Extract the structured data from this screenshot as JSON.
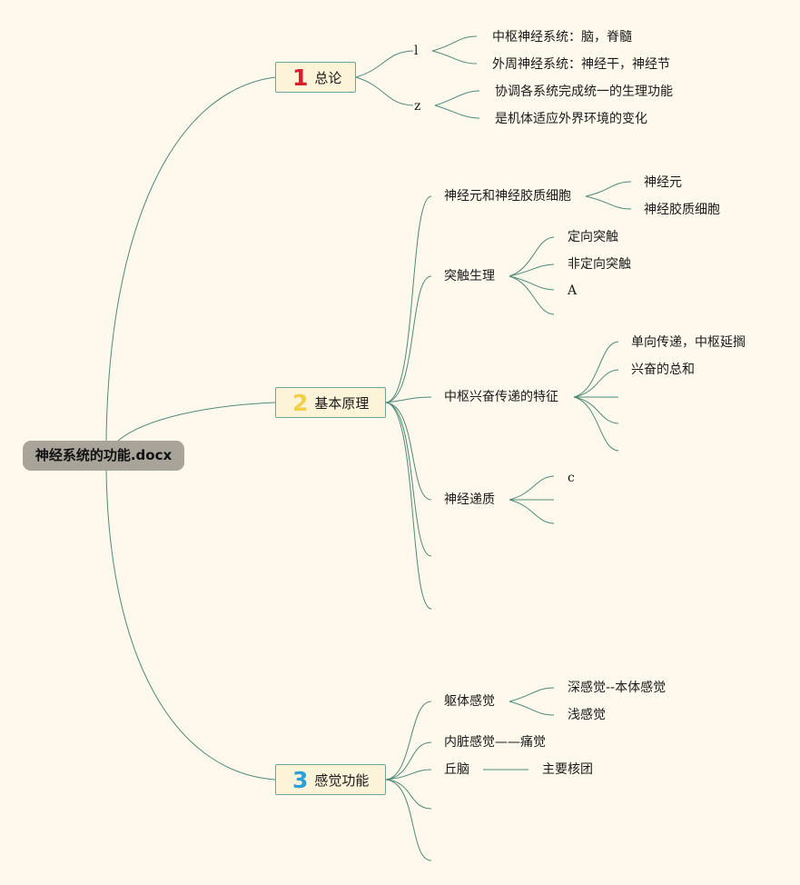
{
  "root": {
    "label": "神经系统的功能.docx"
  },
  "topics": [
    {
      "number": "1",
      "label": "总论",
      "color": "#d81e2c",
      "children": [
        {
          "label": "l",
          "children": [
            "中枢神经系统：脑，脊髓",
            "外周神经系统：神经干，神经节"
          ]
        },
        {
          "label": "z",
          "children": [
            "协调各系统完成统一的生理功能",
            "是机体适应外界环境的变化"
          ]
        }
      ]
    },
    {
      "number": "2",
      "label": "基本原理",
      "color": "#f2cf45",
      "children": [
        {
          "label": "神经元和神经胶质细胞",
          "children": [
            "神经元",
            "神经胶质细胞"
          ]
        },
        {
          "label": "突触生理",
          "children": [
            "定向突触",
            "非定向突触",
            "A",
            ""
          ]
        },
        {
          "label": "中枢兴奋传递的特征",
          "children": [
            "单向传递，中枢延搁",
            "兴奋的总和",
            "",
            "",
            ""
          ]
        },
        {
          "label": "神经递质",
          "children": [
            "c",
            "",
            ""
          ]
        },
        {
          "label": "",
          "children": []
        },
        {
          "label": "",
          "children": []
        }
      ]
    },
    {
      "number": "3",
      "label": "感觉功能",
      "color": "#2a9fd8",
      "children": [
        {
          "label": "躯体感觉",
          "children": [
            "深感觉--本体感觉",
            "浅感觉"
          ]
        },
        {
          "label": "内脏感觉——痛觉",
          "children": []
        },
        {
          "label": "丘脑",
          "children": [
            "主要核团"
          ]
        },
        {
          "label": "",
          "children": []
        },
        {
          "label": "",
          "children": []
        }
      ]
    }
  ],
  "colors": {
    "line": "#4f8a78",
    "background": "#fef9ec",
    "topic_fill": "#fdf3d8",
    "root_fill": "#a9a49a"
  }
}
